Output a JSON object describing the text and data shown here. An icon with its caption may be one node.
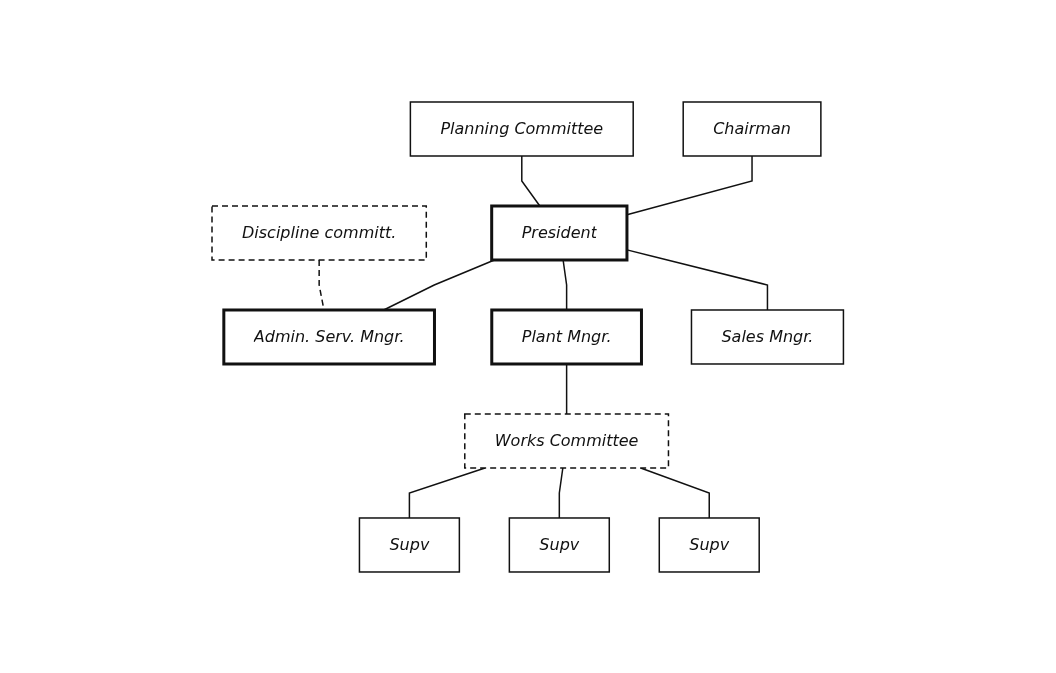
{
  "diagram": {
    "nodes": [
      {
        "text": [
          "Chairman"
        ]
      },
      {
        "text": [
          "Planning Committee"
        ]
      },
      {
        "text": [
          "President"
        ]
      },
      {
        "text": [
          "Discipline committ."
        ]
      },
      {
        "text": [
          "Admin. Serv. Mngr."
        ]
      },
      {
        "text": [
          "Plant Mngr."
        ]
      },
      {
        "text": [
          "Sales Mngr."
        ]
      },
      {
        "text": [
          "Works Committee"
        ]
      },
      {
        "text": [
          "Supv"
        ]
      },
      {
        "text": [
          "Supv"
        ]
      },
      {
        "text": [
          "Supv"
        ]
      }
    ],
    "edges": [
      {
        "from": 0,
        "to": 2,
        "arrow": "none"
      },
      {
        "from": 1,
        "to": 2,
        "arrow": "none"
      },
      {
        "from": 2,
        "to": 4,
        "arrow": "none"
      },
      {
        "from": 2,
        "to": 5,
        "arrow": "none"
      },
      {
        "from": 2,
        "to": 6,
        "arrow": "none"
      },
      {
        "from": 3,
        "to": 4,
        "arrow": "none",
        "style": "dashed"
      },
      {
        "from": 5,
        "to": 7,
        "arrow": "none"
      },
      {
        "from": 7,
        "to": 8,
        "arrow": "none"
      },
      {
        "from": 7,
        "to": 9,
        "arrow": "none"
      },
      {
        "from": 7,
        "to": 10,
        "arrow": "none"
      }
    ]
  }
}
